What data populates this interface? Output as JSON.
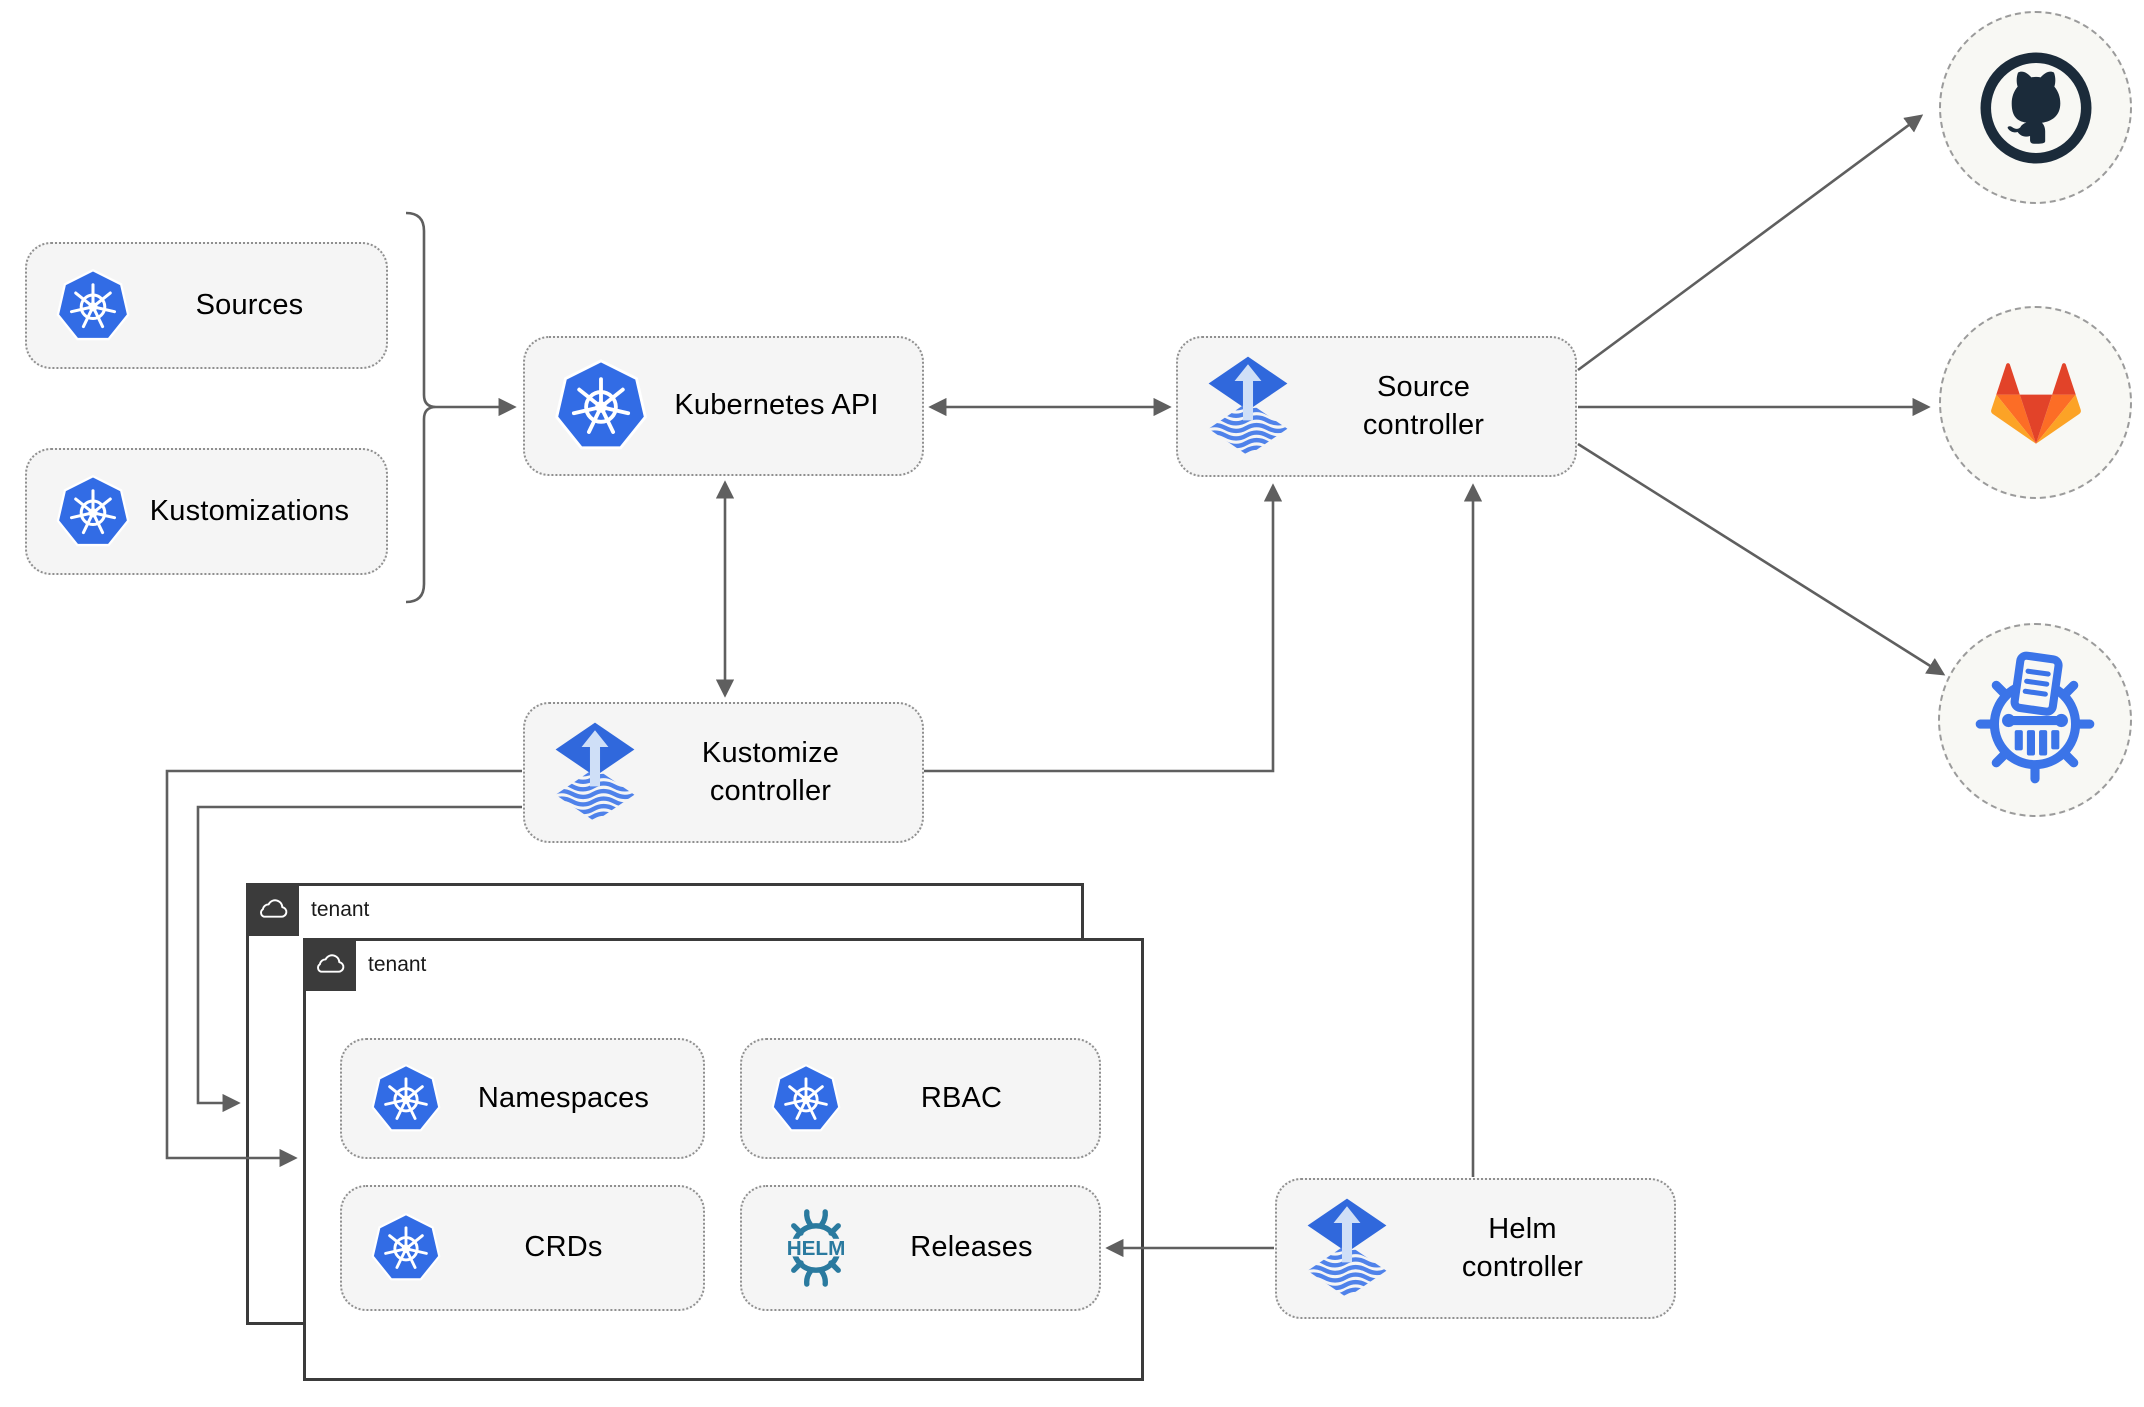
{
  "nodes": {
    "sources": "Sources",
    "kustomizations": "Kustomizations",
    "kubernetes_api": "Kubernetes API",
    "source_controller": "Source\ncontroller",
    "kustomize_controller": "Kustomize\ncontroller",
    "helm_controller": "Helm\ncontroller",
    "namespaces": "Namespaces",
    "rbac": "RBAC",
    "crds": "CRDs",
    "releases": "Releases"
  },
  "tenants": {
    "back": "tenant",
    "front": "tenant"
  },
  "logos": {
    "helm_text": "HELM"
  },
  "icons": {
    "kubernetes": "kubernetes-wheel-icon",
    "flux": "flux-diamond-icon",
    "helm": "helm-wheel-icon",
    "github": "github-octocat-icon",
    "gitlab": "gitlab-tanuki-icon",
    "kustomize": "kustomize-shredder-icon",
    "cloud": "cloud-icon"
  },
  "colors": {
    "kubernetes_blue": "#326ce5",
    "flux_blue": "#3068dc",
    "flux_stripe": "#4f82ea",
    "flux_arrow": "#cfdff7",
    "helm_teal": "#2a7a9f",
    "kustomize_blue": "#3b74e8",
    "github_dark": "#1b2b3a",
    "gitlab_orange_dark": "#e24329",
    "gitlab_orange": "#fc6d26",
    "gitlab_orange_light": "#fca326",
    "connector_gray": "#5f5f5f",
    "node_fill": "#f5f5f5",
    "node_border": "#8f8f8f",
    "tenant_dark": "#3b3b3b"
  },
  "edges": [
    {
      "from": "sources-and-kustomizations",
      "to": "kubernetes-api",
      "type": "arrow"
    },
    {
      "from": "kubernetes-api",
      "to": "source-controller",
      "type": "double-arrow"
    },
    {
      "from": "kubernetes-api",
      "to": "kustomize-controller",
      "type": "double-arrow"
    },
    {
      "from": "kustomize-controller",
      "to": "source-controller",
      "type": "arrow"
    },
    {
      "from": "helm-controller",
      "to": "source-controller",
      "type": "arrow"
    },
    {
      "from": "helm-controller",
      "to": "releases",
      "type": "arrow"
    },
    {
      "from": "kustomize-controller",
      "to": "tenant-back",
      "type": "arrow"
    },
    {
      "from": "kustomize-controller",
      "to": "tenant-front",
      "type": "arrow"
    },
    {
      "from": "source-controller",
      "to": "github",
      "type": "arrow"
    },
    {
      "from": "source-controller",
      "to": "gitlab",
      "type": "arrow"
    },
    {
      "from": "source-controller",
      "to": "kustomize-endpoint",
      "type": "arrow"
    }
  ]
}
